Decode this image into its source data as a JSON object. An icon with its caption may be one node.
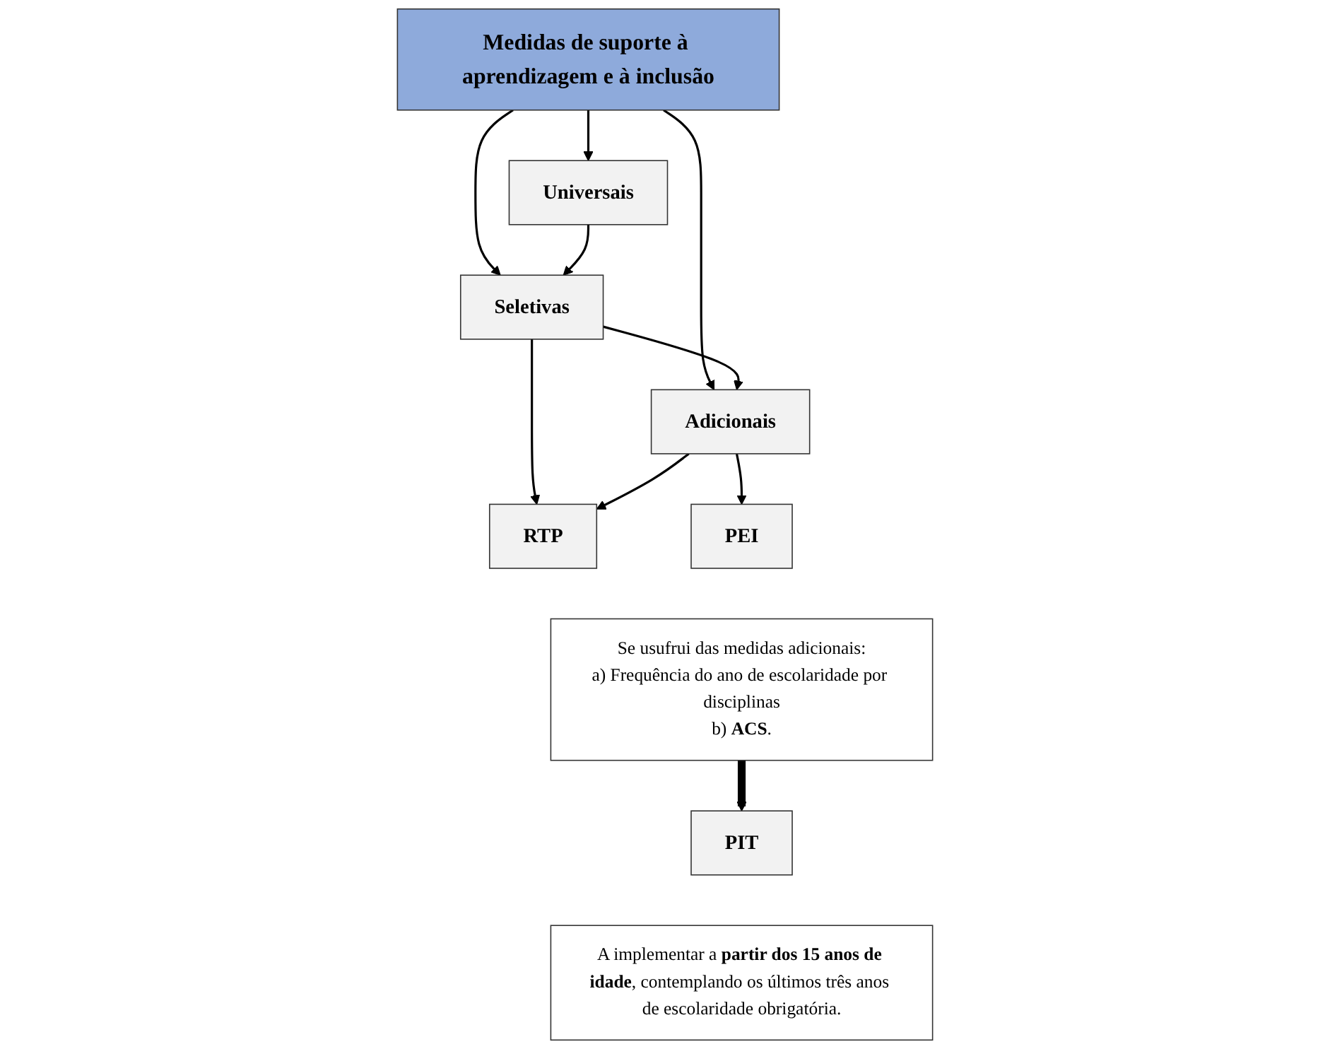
{
  "diagram": {
    "nodes": [
      {
        "text": [
          "Medidas de suporte à aprendizagem e à inclusão"
        ]
      },
      {
        "text": [
          "Universais"
        ]
      },
      {
        "text": [
          "Seletivas"
        ]
      },
      {
        "text": [
          "Adicionais"
        ]
      },
      {
        "text": [
          "RTP"
        ]
      },
      {
        "text": [
          "PEI"
        ]
      },
      {
        "text": [
          "Se usufrui das medidas adicionais:",
          "a) Frequência do ano de escolaridade por disciplinas",
          "b) **ACS**."
        ]
      },
      {
        "text": [
          "PIT"
        ]
      },
      {
        "text": [
          "A implementar a **partir dos 15 anos de idade**, contemplando os últimos três anos de escolaridade obrigatória."
        ]
      }
    ],
    "edges": [
      {
        "from": 0,
        "to": 1,
        "arrow": "to"
      },
      {
        "from": 0,
        "to": 2,
        "arrow": "to"
      },
      {
        "from": 0,
        "to": 3,
        "arrow": "to"
      },
      {
        "from": 1,
        "to": 2,
        "arrow": "to"
      },
      {
        "from": 2,
        "to": 3,
        "arrow": "to"
      },
      {
        "from": 2,
        "to": 4,
        "arrow": "to"
      },
      {
        "from": 3,
        "to": 4,
        "arrow": "to"
      },
      {
        "from": 3,
        "to": 5,
        "arrow": "to"
      },
      {
        "from": 6,
        "to": 7,
        "arrow": "to",
        "style": "thick"
      }
    ]
  }
}
